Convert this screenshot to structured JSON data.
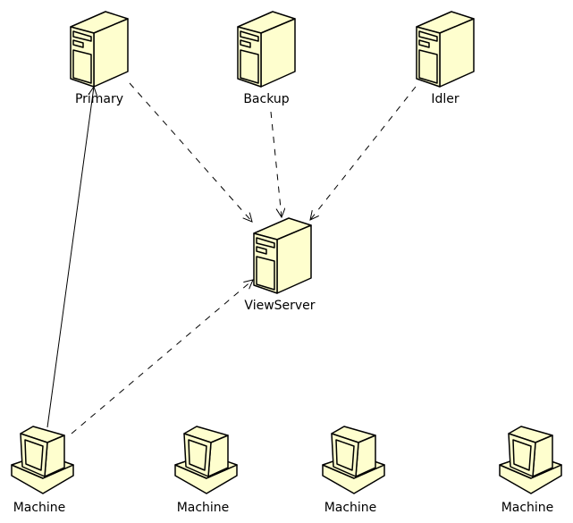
{
  "nodes": {
    "primary": {
      "label": "Primary",
      "type": "server"
    },
    "backup": {
      "label": "Backup",
      "type": "server"
    },
    "idler": {
      "label": "Idler",
      "type": "server"
    },
    "viewserver": {
      "label": "ViewServer",
      "type": "server"
    },
    "machines": [
      {
        "label": "Machine",
        "type": "computer"
      },
      {
        "label": "Machine",
        "type": "computer"
      },
      {
        "label": "Machine",
        "type": "computer"
      },
      {
        "label": "Machine",
        "type": "computer"
      }
    ]
  },
  "edges": [
    {
      "from": "Machine",
      "to": "Primary",
      "style": "solid"
    },
    {
      "from": "Primary",
      "to": "ViewServer",
      "style": "dashed"
    },
    {
      "from": "Backup",
      "to": "ViewServer",
      "style": "dashed"
    },
    {
      "from": "Idler",
      "to": "ViewServer",
      "style": "dashed"
    },
    {
      "from": "Machine",
      "to": "ViewServer",
      "style": "dashed"
    }
  ],
  "colors": {
    "node_fill": "#fefece",
    "stroke": "#000000"
  }
}
